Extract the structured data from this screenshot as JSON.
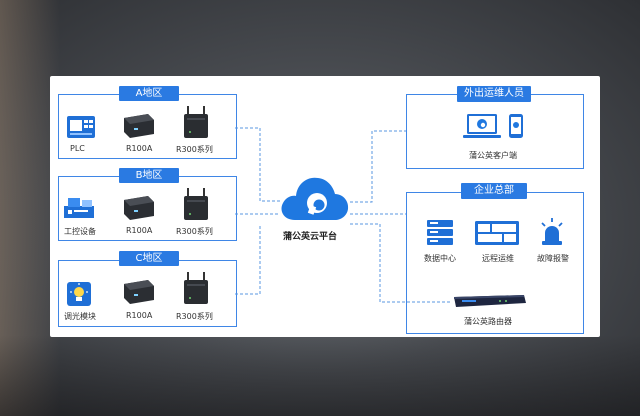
{
  "regions": [
    {
      "title": "A地区",
      "devices": [
        "PLC",
        "R100A",
        "R300系列"
      ]
    },
    {
      "title": "B地区",
      "devices": [
        "工控设备",
        "R100A",
        "R300系列"
      ]
    },
    {
      "title": "C地区",
      "devices": [
        "调光模块",
        "R100A",
        "R300系列"
      ]
    }
  ],
  "cloud": {
    "label": "蒲公英云平台"
  },
  "remote_ops": {
    "title": "外出运维人员",
    "client_label": "蒲公英客户端"
  },
  "hq": {
    "title": "企业总部",
    "items": [
      "数据中心",
      "远程运维",
      "故障报警"
    ],
    "router_label": "蒲公英路由器"
  },
  "colors": {
    "accent": "#2a7ae2",
    "line": "#5a97e0",
    "cloud": "#1f78e0"
  }
}
